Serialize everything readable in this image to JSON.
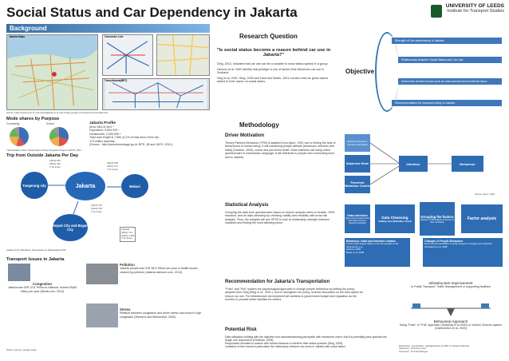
{
  "poster": {
    "title": "Social Status and Car Dependency in Jakarta"
  },
  "logo": {
    "line1": "UNIVERSITY OF LEEDS",
    "line2": "Institute for Transport Studies"
  },
  "background": {
    "heading": "Background",
    "maps": {
      "jakarta": "Jakarta Maps",
      "commuter": "Commuter Line",
      "transjakarta": "TransJakarta(BRT)"
    },
    "map_source": "Source: https://www.krl.co.id, http://transjakarta.co.id, http://maps.google.com/maps/ms?msa=0&msid=..."
  },
  "mode_share": {
    "heading": "Mode shares by Purpose",
    "labels": [
      "Commuting",
      "School"
    ],
    "note": "*Jabodetabek Urban Transportation Policy Integration Project (JUTPI), 2011"
  },
  "profile": {
    "heading": "Jakarta Profile",
    "lines": [
      "Area: 664,01 km2 *",
      "Population: 9,604,329 *",
      "Households: 2,509,995 *",
      "Total road length is 7,650 (4.2% of total area of the city",
      "173 million trips/day",
      "(Source : http://www.bemmdagri.go.id, BPS, JB and JAPO, 2010)"
    ]
  },
  "trip": {
    "heading": "Trip from Outside Jakarta Per Day",
    "center": "Jakarta",
    "nodes": [
      "Tangerang city",
      "Bekasi",
      "Depok City and Bogor City"
    ],
    "flows": [
      "(2010) 267\n(2014) 344\n*) 1k times",
      "(2010) 250\n(2014) 471\n*) 1k times",
      "(2010) 276\n(2014) 578\n*) 1k times",
      "In/Road\n(2010) 741\n(2014) 1,303\n*) 1k times"
    ],
    "source": "Adapted from Rahdianto, Presentation at Jabodetabek 2014"
  },
  "issues": {
    "heading": "Transport Issues in Jakarta",
    "congestion_title": "Congestion",
    "congestion_text": "Jakarta loss IDR 12.8 Trillion in national, exceed Rp65 trillion per year (Bisnis.com, 2013)",
    "pollution_title": "Pollution",
    "pollution_text": "Jakarta people lose IDR 38.5 Trillion per year in health issues caused by pollution (Jakarta.okezone.com, 2014)",
    "stress_title": "Stress",
    "stress_text": "Relation between congestion and driver stress has found in high congestion (Wickens and Wiesenthal, 2005)",
    "source": "Picture sources: google image"
  },
  "research_question": {
    "heading": "Research Question",
    "quote": "\"Is social status become a reason behind car use in Jakarta?\"",
    "bullets": [
      "Ding, 2010, indicates that car use can be a variable to show status symbol in a group.",
      "Hiscock et al, 2002 identify that prestige is one of factors that influences car use in Scotland.",
      "Steg et al, 2001; Steg, 2005 and Dant and Martin, 2001 mention that car gives values added to their owner on social status."
    ]
  },
  "objective": {
    "heading": "Objective",
    "items": [
      "Strength of Car dependency in Jakarta",
      "Relationship between Social Status and Car Use",
      "Determine derived issues such as instrumental and emotional issue",
      "Recommendation for transport policy in Jakarta"
    ]
  },
  "methodology": {
    "heading": "Methodology",
    "driver": {
      "heading": "Driver Motivation",
      "text": "Theory Planned Behaviour (TPB) is adapted from Ajzen, 1991 use to finding the sets of behavioural of human being. It will measuring people attitude (behaviour, intention and habit) (Gardner, 2009), norms and perceived belief. Data collection will using online questionnaire in Indonesian Language. It will distribute to people who commuting inner and to Jakarta.",
      "boxes": [
        "Attitude (behaviour, intention and habit)",
        "Subjective Norm",
        "Perceived Behaviour Control",
        "Intention",
        "Behaviour"
      ],
      "source": "Source: Ajzen, 1991"
    },
    "statistical": {
      "heading": "Statistical Analysis",
      "text": "Grouping the data from questionnaire based on factors analysis refers to Anable, 2005 research, and do data cleansing by checking validity and reliability with cross tab analysis. Thus, the analysis will use SPSS to look at relationship strength between variables and finding the most affecting factor.",
      "boxes": [
        {
          "title": "Data collection",
          "sub": "Using online questionnaire (commuter and non-traveling sampling)"
        },
        {
          "title": "Data Cleansing",
          "sub": "Validity and Reliability Check"
        },
        {
          "title": "Grouping the factors",
          "sub": "Based on TPB analysis in the set of their motivation"
        },
        {
          "title": "Factor analysis",
          "sub": ""
        }
      ],
      "sub_left_title": "Behaviour, habit and Intention relation",
      "sub_left_lines": [
        "Travel profile segmentation to see the strength of car dependency e.g.:",
        "Gardner, 2009",
        "Bergin et al, 2008"
      ],
      "sub_right_title": "Changes of People Behaviour",
      "sub_right_lines": [
        "Recommend possibilities to attract people for change their behaviour",
        "Schwaiberg et al, 2008"
      ]
    }
  },
  "recommendation": {
    "heading": "Recommendation for Jakarta's Transportation",
    "text": "\"Push\" and \"Pull\" system are psychological approach to change people behaviour by setting the policy adopted from Steg (Steg et al., 2001 ). And to strengthen the policy, science discussion on the best option for reduce car use. For infrastructure development will address to government budget and regulation as the function to provide better facilities for drivers.",
    "infra_title": "Infrastructure Improvement",
    "infra_sub": "In Public Transport, Traffic Management or supporting facilities",
    "behav_title": "Behavioral Approach",
    "behav_sub": "Using \"Push\" or \"Pull\" approach (Stradling et al 2000) or \"motive Choices system (Gatersleben et al, 2003)"
  },
  "risk": {
    "heading": "Potential Risk",
    "bullets": [
      "Data validation unfitting with the objective and misunderstanding perception with researcher intent. And it's potentially pass question the length one respondent (Frederick, 2005).",
      "Respondent reluctant to answer with honest because to interfere their status symbols (Ding, 2005).",
      "Limitation of this research particularly the relationship between car users in Jakarta with social status."
    ]
  },
  "author": {
    "lines": [
      "Researcher : Ayu Hardika - tsaah@leeds.ac.uk MSc in Transport Planning",
      "Supervisor : Dr Karen Lucas",
      "Supervisor : Dr Anais Bologna"
    ]
  },
  "colors": {
    "accent": "#3d79bd",
    "band": "#3a6ea5"
  }
}
